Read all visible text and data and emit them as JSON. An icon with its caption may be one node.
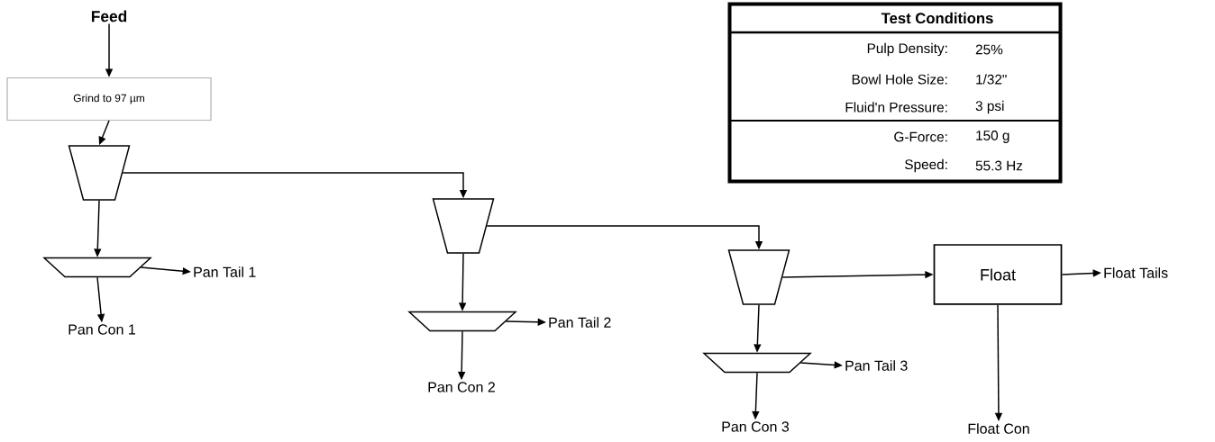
{
  "diagram": {
    "nodes": [
      {
        "text": [
          "Feed"
        ]
      },
      {
        "text": [
          "Grind to 97  µm"
        ]
      },
      {
        "text": [],
        "shape": "trapezoid"
      },
      {
        "text": [],
        "shape": "trapezoid"
      },
      {
        "text": [
          "Pan Tail  1"
        ]
      },
      {
        "text": [
          "Pan Con 1"
        ]
      },
      {
        "text": [],
        "shape": "trapezoid"
      },
      {
        "text": [],
        "shape": "trapezoid"
      },
      {
        "text": [
          "Pan Tail 2"
        ]
      },
      {
        "text": [
          "Pan Con 2"
        ]
      },
      {
        "text": [],
        "shape": "trapezoid"
      },
      {
        "text": [],
        "shape": "trapezoid"
      },
      {
        "text": [
          "Pan Tail 3"
        ]
      },
      {
        "text": [
          "Pan Con 3"
        ]
      },
      {
        "text": [
          "Float"
        ]
      },
      {
        "text": [
          "Float Tails"
        ]
      },
      {
        "text": [
          "Float Con"
        ]
      },
      {
        "text": [
          "Test Conditions"
        ]
      }
    ],
    "edges": [
      {
        "from": 0,
        "to": 1,
        "arrow": "to"
      },
      {
        "from": 1,
        "to": 2,
        "arrow": "to"
      },
      {
        "from": 2,
        "to": 3,
        "arrow": "to"
      },
      {
        "from": 3,
        "to": 4,
        "arrow": "to"
      },
      {
        "from": 3,
        "to": 5,
        "arrow": "to"
      },
      {
        "from": 2,
        "to": 6,
        "arrow": "to"
      },
      {
        "from": 6,
        "to": 7,
        "arrow": "to"
      },
      {
        "from": 7,
        "to": 8,
        "arrow": "to"
      },
      {
        "from": 7,
        "to": 9,
        "arrow": "to"
      },
      {
        "from": 6,
        "to": 10,
        "arrow": "to"
      },
      {
        "from": 10,
        "to": 11,
        "arrow": "to"
      },
      {
        "from": 11,
        "to": 12,
        "arrow": "to"
      },
      {
        "from": 11,
        "to": 13,
        "arrow": "to"
      },
      {
        "from": 10,
        "to": 14,
        "arrow": "to"
      },
      {
        "from": 14,
        "to": 15,
        "arrow": "to"
      },
      {
        "from": 14,
        "to": 16,
        "arrow": "to"
      }
    ],
    "labels": [
      "Pulp Density:",
      "25%",
      "Bowl Hole Size:",
      "1/32\"",
      "Fluid'n Pressure:",
      "3 psi",
      "G-Force:",
      "150 g",
      "Speed:",
      "55.3 Hz"
    ]
  }
}
